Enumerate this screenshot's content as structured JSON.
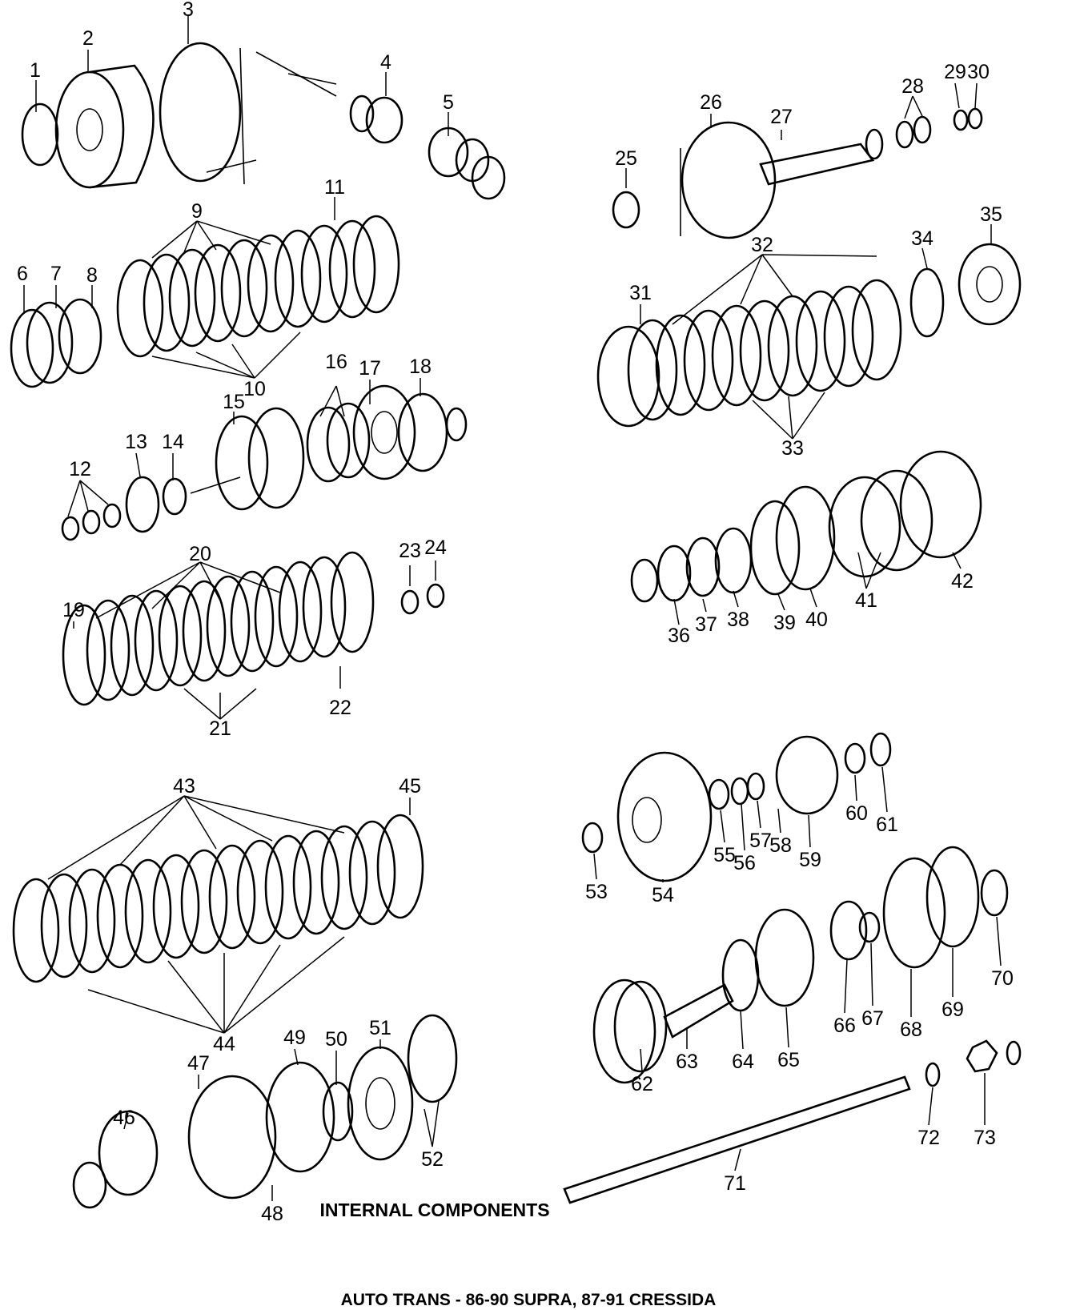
{
  "caption": "INTERNAL COMPONENTS",
  "footer": "AUTO TRANS - 86-90 SUPRA, 87-91 CRESSIDA",
  "callouts": [
    "1",
    "2",
    "3",
    "4",
    "5",
    "6",
    "7",
    "8",
    "9",
    "10",
    "11",
    "12",
    "13",
    "14",
    "15",
    "16",
    "17",
    "18",
    "19",
    "20",
    "21",
    "22",
    "23",
    "24",
    "25",
    "26",
    "27",
    "28",
    "29",
    "30",
    "31",
    "32",
    "33",
    "34",
    "35",
    "36",
    "37",
    "38",
    "39",
    "40",
    "41",
    "42",
    "43",
    "44",
    "45",
    "46",
    "47",
    "48",
    "49",
    "50",
    "51",
    "52",
    "53",
    "54",
    "55",
    "56",
    "57",
    "58",
    "59",
    "60",
    "61",
    "62",
    "63",
    "64",
    "65",
    "66",
    "67",
    "68",
    "69",
    "70",
    "71",
    "72",
    "73"
  ]
}
